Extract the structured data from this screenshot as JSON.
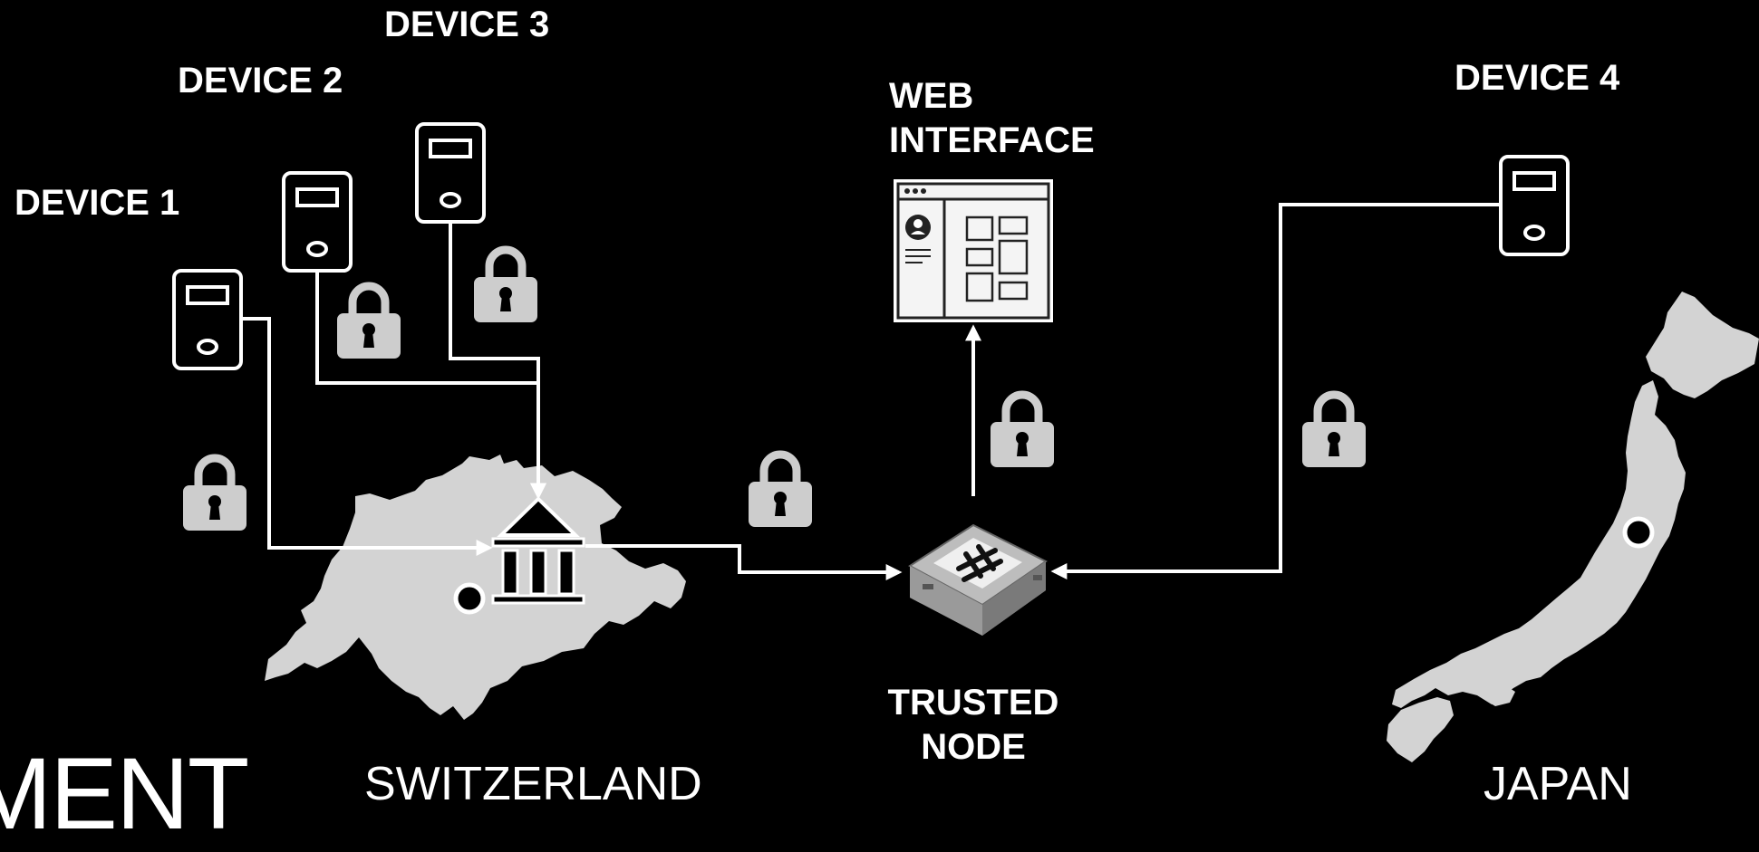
{
  "labels": {
    "device1": "DEVICE 1",
    "device2": "DEVICE 2",
    "device3": "DEVICE 3",
    "device4": "DEVICE 4",
    "web_interface": "WEB\nINTERFACE",
    "trusted_node": "TRUSTED\nNODE",
    "switzerland": "SWITZERLAND",
    "japan": "JAPAN",
    "partial_word": "MENT"
  },
  "icons": [
    "device-icon",
    "lock-icon",
    "bank-icon",
    "web-interface-icon",
    "trusted-node-icon",
    "switzerland-map",
    "japan-map",
    "location-dot"
  ],
  "colors": {
    "background": "#000000",
    "foreground": "#ffffff",
    "map": "#d3d3d3",
    "lock": "#cccccc"
  }
}
